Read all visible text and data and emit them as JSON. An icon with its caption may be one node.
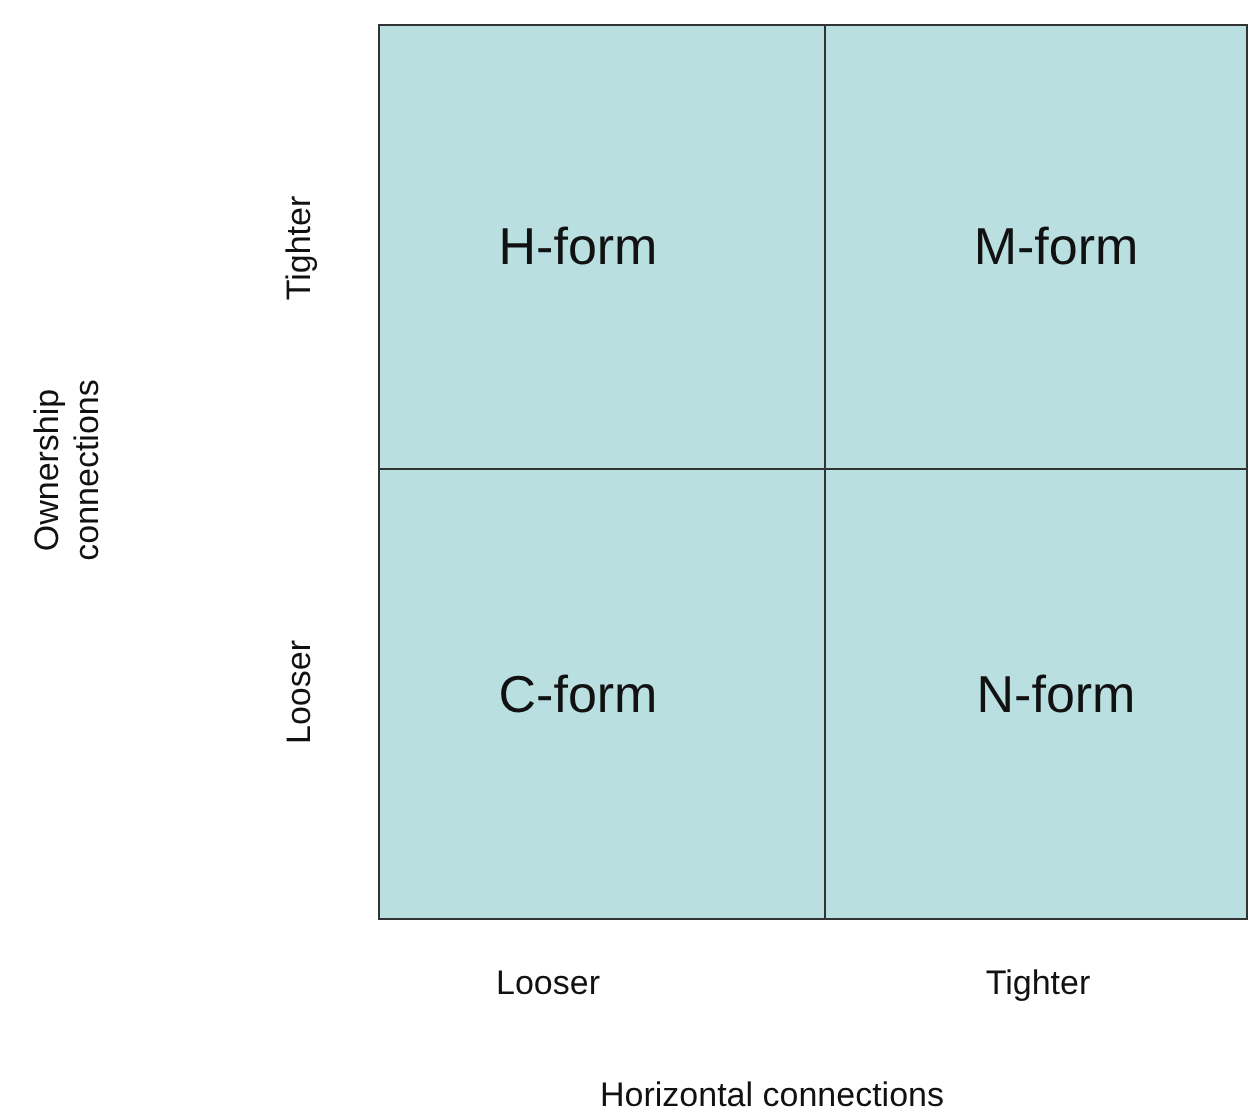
{
  "diagram": {
    "nodes": [
      {
        "text": [
          "H-form"
        ]
      },
      {
        "text": [
          "M-form"
        ]
      },
      {
        "text": [
          "C-form"
        ]
      },
      {
        "text": [
          "N-form"
        ]
      }
    ],
    "edges": [],
    "labels": [
      "Tighter",
      "Looser",
      "Ownership connections",
      "Looser",
      "Tighter",
      "Horizontal connections"
    ]
  }
}
